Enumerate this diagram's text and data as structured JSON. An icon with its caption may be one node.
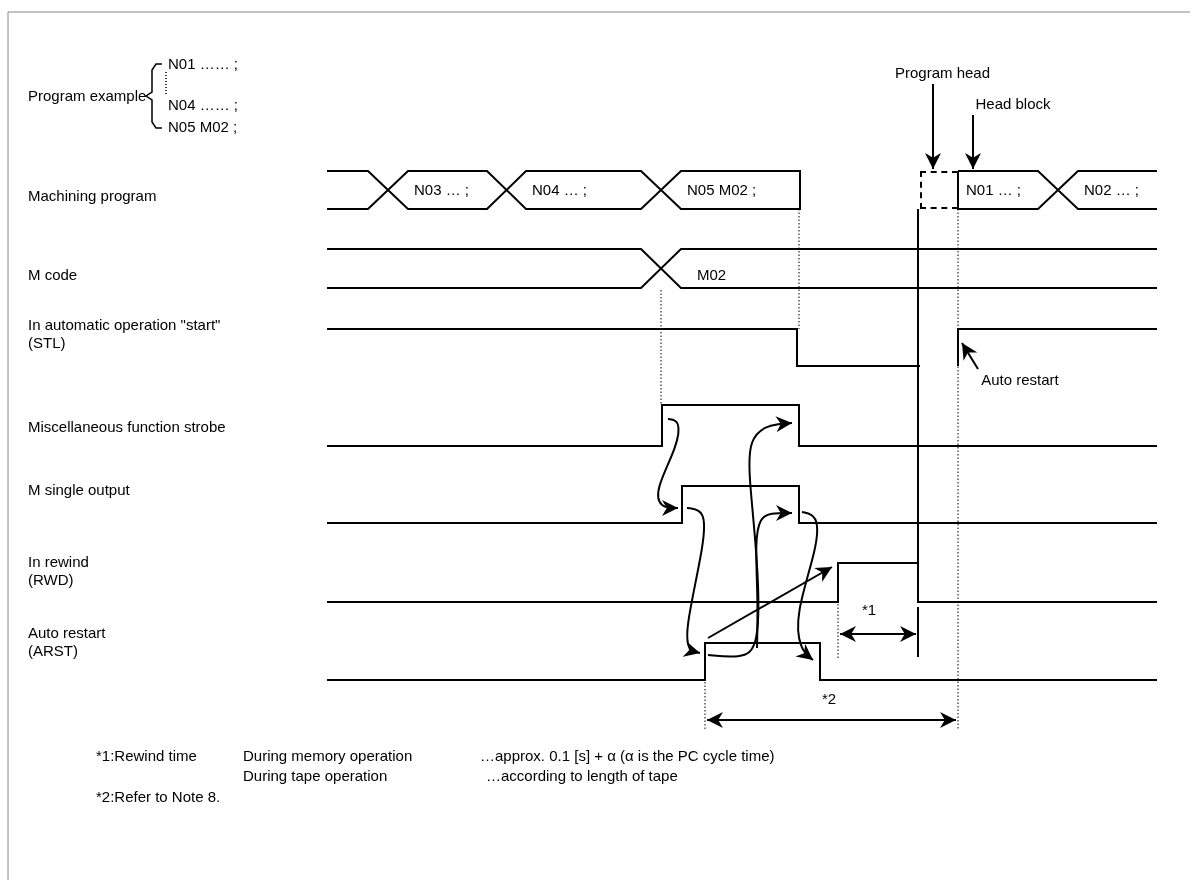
{
  "diagram": {
    "nodes": [
      {
        "text": [
          "N03 … ;"
        ]
      },
      {
        "text": [
          "N04 … ;"
        ]
      },
      {
        "text": [
          "N05 M02 ;"
        ]
      },
      {
        "text": [],
        "shape": "box"
      },
      {
        "text": [
          "N01 … ;"
        ]
      },
      {
        "text": [
          "N02 … ;"
        ]
      },
      {
        "text": [
          "Program head"
        ]
      },
      {
        "text": [
          "Head block"
        ]
      },
      {
        "text": [
          "Auto restart"
        ]
      }
    ],
    "edges": [
      {
        "from": 6,
        "to": 3,
        "arrow": "to"
      },
      {
        "from": 7,
        "to": 4,
        "arrow": "to"
      },
      {
        "from": 8,
        "to": null,
        "arrow": "to"
      }
    ],
    "labels": [
      "Program example",
      "N01 …… ;",
      "N04 …… ;",
      "N05 M02 ;",
      "Machining program",
      "M code",
      "M02",
      "In automatic operation \"start\" (STL)",
      "Miscellaneous function strobe",
      "M single output",
      "In rewind (RWD)",
      "Auto restart (ARST)",
      "*1",
      "*2",
      "*1:Rewind time",
      "During memory operation",
      "…approx. 0.1 [s] + α (α is the PC cycle time)",
      "During tape operation",
      "…according to length of tape",
      "*2:Refer to Note 8."
    ]
  }
}
